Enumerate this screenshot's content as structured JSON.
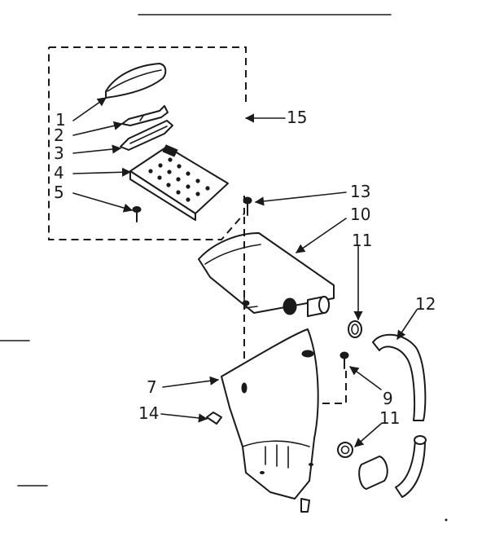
{
  "callouts": {
    "c1": "1",
    "c2": "2",
    "c3": "3",
    "c4": "4",
    "c5": "5",
    "c7": "7",
    "c9": "9",
    "c10": "10",
    "c11a": "11",
    "c11b": "11",
    "c12": "12",
    "c13": "13",
    "c14": "14",
    "c15": "15"
  }
}
